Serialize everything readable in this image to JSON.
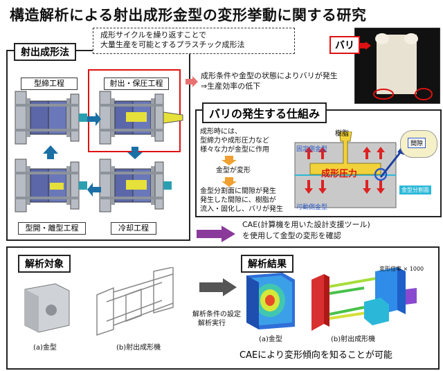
{
  "title": "構造解析による射出成形金型の変形挙動に関する研究",
  "injection": {
    "tab": "射出成形法",
    "description": [
      "成形サイクルを繰り返すことで",
      "大量生産を可能とするプラスチック成形法"
    ],
    "steps": {
      "clamp": "型締工程",
      "inject": "射出・保圧工程",
      "open": "型開・離型工程",
      "cool": "冷却工程"
    }
  },
  "burr": {
    "label": "バリ",
    "consequence": [
      "成形条件や金型の状態によりバリが発生",
      "⇒生産効率の低下"
    ]
  },
  "mechanism": {
    "tab": "バリの発生する仕組み",
    "text1": [
      "成形時には、",
      "型締力や成形圧力など",
      "様々な力が金型に作用"
    ],
    "text2": "金型が変形",
    "text3": [
      "金型分割面に間隙が発生",
      "発生した間隙に、樹脂が",
      "流入・固化し、バリが発生"
    ],
    "resin": "樹脂",
    "pressure": "成形圧力",
    "gap": "間隙",
    "upper_mold": "固定側金型",
    "lower_mold": "可動側金型",
    "parting": "金型分割面"
  },
  "cae": [
    "CAE(計算機を用いた設計支援ツール)",
    "を使用して金型の変形を確認"
  ],
  "analysis": {
    "target_tab": "解析対象",
    "result_tab": "解析結果",
    "mold_label": "(a)金型",
    "machine_label": "(b)射出成形機",
    "conditions": [
      "解析条件の設定",
      "解析実行"
    ],
    "result_mold_label": "(a)金型",
    "result_machine_label": "(b)射出成形機",
    "scale": "変形倍率 × 1000",
    "conclusion": "CAEにより変形傾向を知ることが可能"
  },
  "colors": {
    "accent_red": "#d11111",
    "blue": "#2a58c8",
    "arrow_blue": "#1a6fa5",
    "cyan": "#2bb8d8"
  }
}
